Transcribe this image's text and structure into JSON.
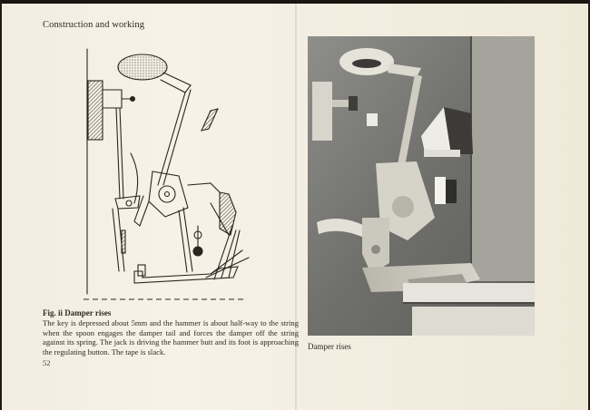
{
  "left_page": {
    "running_head": "Construction and working",
    "figure_title": "Fig. ii  Damper rises",
    "figure_body": "The key is depressed about 5mm and the hammer is about half-way to the string when the spoon engages the damper tail and forces the damper off the string against its spring. The jack is driving the hammer butt and its foot is approaching the regulating button. The tape is slack.",
    "page_number": "52"
  },
  "right_page": {
    "photo_caption": "Damper rises"
  }
}
